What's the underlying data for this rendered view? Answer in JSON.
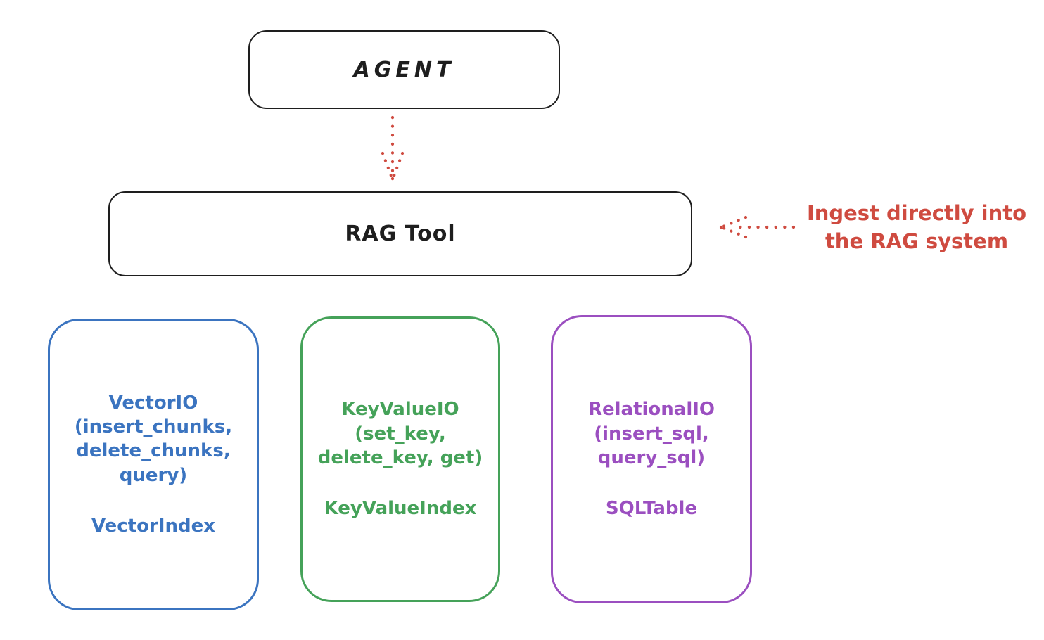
{
  "colors": {
    "background": "#ffffff",
    "stroke": "#1e1e1e",
    "red": "#cf4b40",
    "blue": "#3b74c0",
    "green": "#45a259",
    "purple": "#9b4fc0"
  },
  "nodes": {
    "agent": {
      "label": "AGENT"
    },
    "rag_tool": {
      "label": "RAG Tool"
    },
    "vector": {
      "title": "VectorIO\n(insert_chunks,\ndelete_chunks,\nquery)",
      "index_label": "VectorIndex",
      "color": "#3b74c0"
    },
    "key_value": {
      "title": "KeyValueIO\n(set_key,\ndelete_key, get)",
      "index_label": "KeyValueIndex",
      "color": "#45a259"
    },
    "relational": {
      "title": "RelationalIO\n(insert_sql,\nquery_sql)",
      "index_label": "SQLTable",
      "color": "#9b4fc0"
    }
  },
  "annotation": {
    "text": "Ingest directly into\nthe RAG system",
    "color": "#cf4b40"
  },
  "arrows": {
    "agent_to_rag": "dotted red arrow from AGENT down to RAG Tool",
    "ingest_to_rag": "dotted red arrow pointing left at RAG Tool"
  }
}
